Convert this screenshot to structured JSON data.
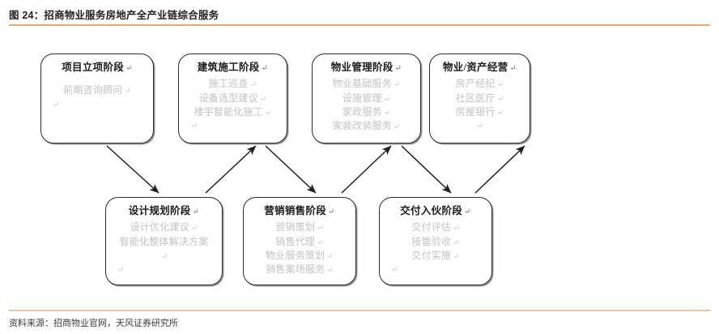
{
  "figure": {
    "title": "图 24：招商物业服务房地产全产业链综合服务",
    "source": "资料来源：招商物业官网，天风证券研究所",
    "rule_color": "#e0ac74"
  },
  "diagram": {
    "type": "process-flow",
    "title_color": "#1b1b1b",
    "item_color": "#c2c2c2",
    "box_border_color": "#2b2b2b",
    "spellcheck_underline_color": "#6b8fd4",
    "mark": "↵",
    "nodes": [
      {
        "id": "project-initiation",
        "title": "项目立项阶段",
        "items": [
          "前期咨询顾问"
        ],
        "row": "top"
      },
      {
        "id": "construction",
        "title": "建筑施工阶段",
        "items": [
          "施工巡查",
          "设备选型建议",
          "楼宇智能化施工"
        ],
        "row": "top"
      },
      {
        "id": "property-management",
        "title": "物业管理阶段",
        "items": [
          "物业基础服务",
          "设施管理",
          "家政服务",
          "家装改装服务"
        ],
        "row": "top"
      },
      {
        "id": "asset-operation",
        "title": "物业/资产经营",
        "items": [
          "房产经纪",
          "社区医疗",
          "房屋银行"
        ],
        "row": "top"
      },
      {
        "id": "design-planning",
        "title": "设计规划阶段",
        "items": [
          "设计优化建议",
          "智能化整体解决方案"
        ],
        "row": "bottom"
      },
      {
        "id": "marketing-sales",
        "title": "营销销售阶段",
        "items": [
          "营销策划",
          "销售代理",
          "物业服务策划",
          "销售案场服务"
        ],
        "row": "bottom"
      },
      {
        "id": "delivery-handover",
        "title": "交付入伙阶段",
        "items": [
          "交付评估",
          "接管验收",
          "交付实施"
        ],
        "row": "bottom"
      }
    ],
    "edges": [
      {
        "from": "project-initiation",
        "to": "design-planning"
      },
      {
        "from": "design-planning",
        "to": "construction"
      },
      {
        "from": "construction",
        "to": "marketing-sales"
      },
      {
        "from": "marketing-sales",
        "to": "property-management"
      },
      {
        "from": "property-management",
        "to": "delivery-handover"
      },
      {
        "from": "delivery-handover",
        "to": "asset-operation"
      }
    ]
  }
}
